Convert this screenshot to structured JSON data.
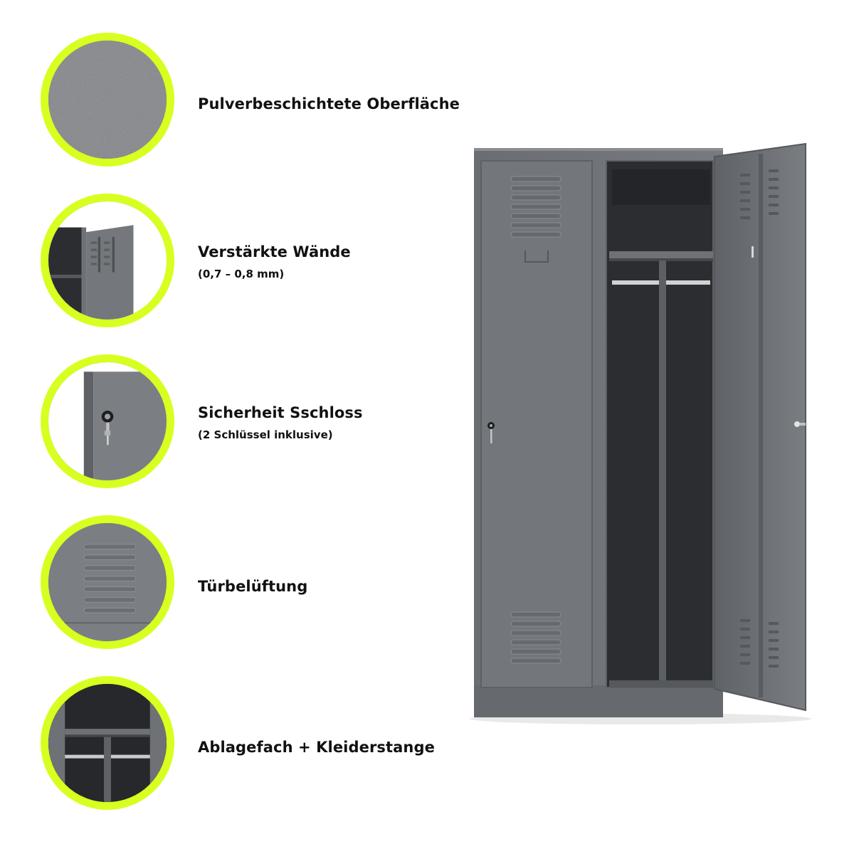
{
  "features": [
    {
      "title": "Pulverbeschichtete Oberfläche",
      "subtitle": "",
      "icon": "powder-coated-surface-icon"
    },
    {
      "title": "Verstärkte Wände",
      "subtitle": "(0,7 – 0,8 mm)",
      "icon": "reinforced-walls-icon"
    },
    {
      "title": "Sicherheit Sschloss",
      "subtitle": "(2 Schlüssel inklusive)",
      "icon": "lock-key-icon"
    },
    {
      "title": "Türbelüftung",
      "subtitle": "",
      "icon": "door-ventilation-icon"
    },
    {
      "title": "Ablagefach + Kleiderstange",
      "subtitle": "",
      "icon": "shelf-rail-icon"
    }
  ],
  "colors": {
    "accent_ring": "#d7ff1f",
    "locker_body": "#6e7175",
    "locker_interior": "#2b2d30",
    "text": "#111111"
  }
}
